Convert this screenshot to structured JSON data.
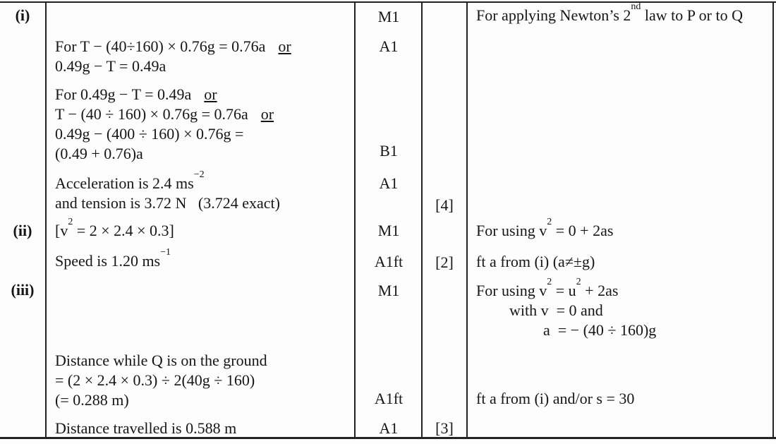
{
  "parts": {
    "i": "(i)",
    "ii": "(ii)",
    "iii": "(iii)"
  },
  "or_label": "or",
  "working": {
    "i1a": "For T − (40÷160) × 0.76g = 0.76a",
    "i1b": "0.49g − T = 0.49a",
    "i2a": "For 0.49g − T = 0.49a",
    "i2b": "T − (40 ÷ 160) × 0.76g = 0.76a",
    "i2c": "0.49g − (400 ÷ 160) × 0.76g =",
    "i2d": "(0.49 + 0.76)a",
    "i3a_pre": "Acceleration is 2.4 ms",
    "i3a_sup": "−2",
    "i3b": "and tension is 3.72 N   (3.724 exact)",
    "ii1_pre": "[v",
    "ii1_sup": "2",
    "ii1_post": " = 2 × 2.4 × 0.3]",
    "ii2_pre": "Speed is 1.20 ms",
    "ii2_sup": "−1",
    "iii1a": "Distance while Q is on the ground",
    "iii1b": "= (2 × 2.4 × 0.3) ÷ 2(40g ÷ 160)",
    "iii1c": "(= 0.288 m)",
    "iii2": "Distance travelled is 0.588 m"
  },
  "marks": [
    "M1",
    "A1",
    "B1",
    "A1",
    "M1",
    "A1ft",
    "M1",
    "A1ft",
    "A1"
  ],
  "totals": [
    "[4]",
    "[2]",
    "[3]"
  ],
  "comments": {
    "c1_pre": "For applying Newton’s 2",
    "c1_sup": "nd",
    "c1_post": " law to P or to Q",
    "c2_pre": "For using v",
    "c2_sup": "2",
    "c2_post": " = 0 + 2as",
    "c3": "ft a from (i) (a≠±g)",
    "c4a_pre": "For using v",
    "c4a_sup1": "2",
    "c4a_mid": " = u",
    "c4a_sup2": "2",
    "c4a_post": " + 2as",
    "c4b": "with v  = 0 and",
    "c4c": "a  = − (40 ÷ 160)g",
    "c5": "ft a from (i) and/or s = 30"
  }
}
